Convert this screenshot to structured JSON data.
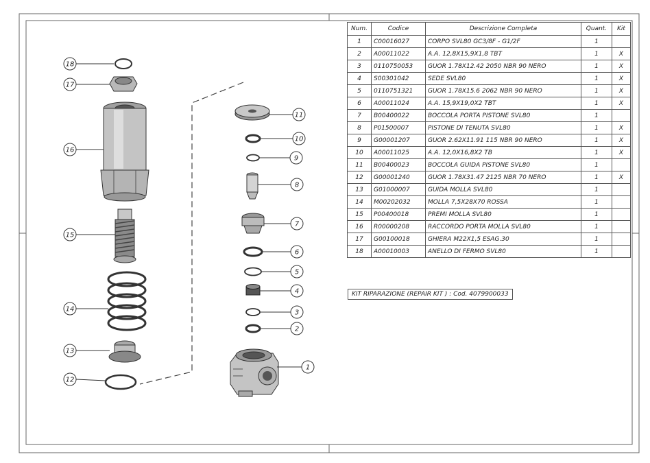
{
  "table": {
    "headers": [
      "Num.",
      "Codice",
      "Descrizione Completa",
      "Quant.",
      "Kit"
    ],
    "rows": [
      {
        "num": "1",
        "code": "C00016027",
        "desc": "CORPO SVL80 GC3/8F - G1/2F",
        "qty": "1",
        "kit": ""
      },
      {
        "num": "2",
        "code": "A00011022",
        "desc": "A.A. 12,8X15,9X1,8 TBT",
        "qty": "1",
        "kit": "X"
      },
      {
        "num": "3",
        "code": "0110750053",
        "desc": "GUOR 1.78X12.42 2050 NBR 90 NERO",
        "qty": "1",
        "kit": "X"
      },
      {
        "num": "4",
        "code": "S00301042",
        "desc": "SEDE SVL80",
        "qty": "1",
        "kit": "X"
      },
      {
        "num": "5",
        "code": "0110751321",
        "desc": "GUOR 1.78X15.6 2062 NBR 90 NERO",
        "qty": "1",
        "kit": "X"
      },
      {
        "num": "6",
        "code": "A00011024",
        "desc": "A.A. 15,9X19,0X2 TBT",
        "qty": "1",
        "kit": "X"
      },
      {
        "num": "7",
        "code": "B00400022",
        "desc": "BOCCOLA PORTA PISTONE SVL80",
        "qty": "1",
        "kit": ""
      },
      {
        "num": "8",
        "code": "P01500007",
        "desc": "PISTONE DI TENUTA SVL80",
        "qty": "1",
        "kit": "X"
      },
      {
        "num": "9",
        "code": "G00001207",
        "desc": "GUOR 2.62X11.91 115 NBR 90 NERO",
        "qty": "1",
        "kit": "X"
      },
      {
        "num": "10",
        "code": "A00011025",
        "desc": "A.A. 12,0X16,8X2 TB",
        "qty": "1",
        "kit": "X"
      },
      {
        "num": "11",
        "code": "B00400023",
        "desc": "BOCCOLA GUIDA PISTONE SVL80",
        "qty": "1",
        "kit": ""
      },
      {
        "num": "12",
        "code": "G00001240",
        "desc": "GUOR 1.78X31.47 2125 NBR 70 NERO",
        "qty": "1",
        "kit": "X"
      },
      {
        "num": "13",
        "code": "G01000007",
        "desc": "GUIDA MOLLA SVL80",
        "qty": "1",
        "kit": ""
      },
      {
        "num": "14",
        "code": "M00202032",
        "desc": "MOLLA 7,5X28X70 ROSSA",
        "qty": "1",
        "kit": ""
      },
      {
        "num": "15",
        "code": "P00400018",
        "desc": "PREMI MOLLA SVL80",
        "qty": "1",
        "kit": ""
      },
      {
        "num": "16",
        "code": "R00000208",
        "desc": "RACCORDO PORTA MOLLA SVL80",
        "qty": "1",
        "kit": ""
      },
      {
        "num": "17",
        "code": "G00100018",
        "desc": "GHIERA M22X1,5 ESAG.30",
        "qty": "1",
        "kit": ""
      },
      {
        "num": "18",
        "code": "A00010003",
        "desc": "ANELLO DI FERMO SVL80",
        "qty": "1",
        "kit": ""
      }
    ]
  },
  "kit_note": "KIT RIPARAZIONE (REPAIR KIT ) : Cod. 4079900033",
  "callouts": [
    "1",
    "2",
    "3",
    "4",
    "5",
    "6",
    "7",
    "8",
    "9",
    "10",
    "11",
    "12",
    "13",
    "14",
    "15",
    "16",
    "17",
    "18"
  ]
}
